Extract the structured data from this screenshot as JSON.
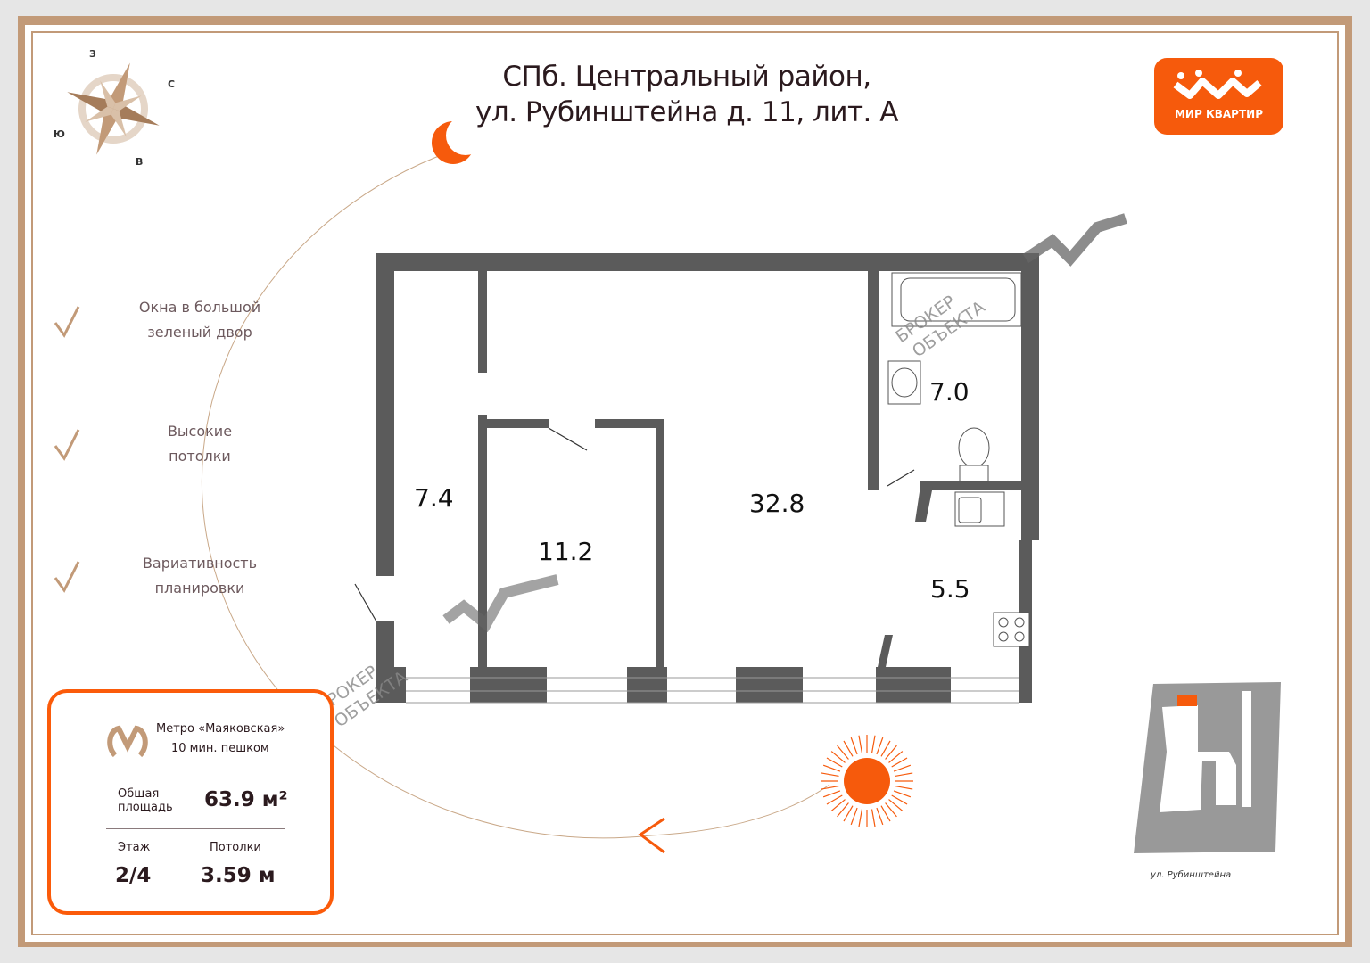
{
  "title": {
    "line1": "СПб. Центральный район,",
    "line2": "ул. Рубинштейна д. 11, лит. А"
  },
  "compass": {
    "n": "З",
    "e": "С",
    "s": "В",
    "w": "Ю"
  },
  "features": [
    {
      "line1": "Окна в большой",
      "line2": "зеленый двор"
    },
    {
      "line1": "Высокие",
      "line2": "потолки"
    },
    {
      "line1": "Вариативность",
      "line2": "планировки"
    }
  ],
  "logo": {
    "text": "МИР КВАРТИР"
  },
  "rooms": [
    "7.4",
    "11.2",
    "32.8",
    "7.0",
    "5.5"
  ],
  "watermark": {
    "line1": "БРОКЕР",
    "line2": "ОБЪЕКТА"
  },
  "info": {
    "metro": "Метро «Маяковская»",
    "walk": "10 мин. пешком",
    "area_label1": "Общая",
    "area_label2": "площадь",
    "area_value": "63.9 м²",
    "floor_label": "Этаж",
    "floor_value": "2/4",
    "ceiling_label": "Потолки",
    "ceiling_value": "3.59 м"
  },
  "street": "ул. Рубинштейна",
  "colors": {
    "accent": "#f65a0c",
    "tan": "#c29a78",
    "wall": "#5b5b5b"
  }
}
